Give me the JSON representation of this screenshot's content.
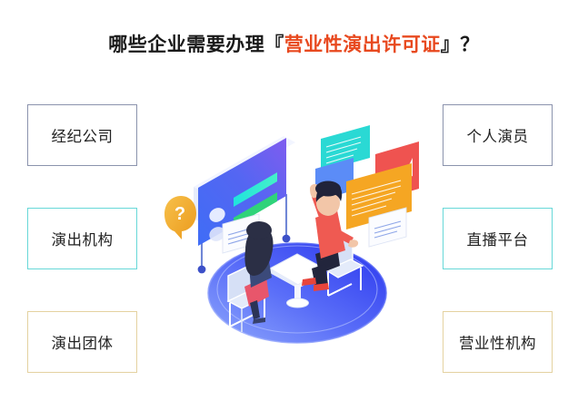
{
  "title": {
    "prefix": "哪些企业需要办理",
    "bracket_open": "『",
    "highlight": "营业性演出许可证",
    "bracket_close": "』",
    "suffix": "？",
    "full_text": "哪些企业需要办理『营业性演出许可证』？",
    "text_color": "#1a1a1a",
    "highlight_color": "#e8491f"
  },
  "left_boxes": [
    {
      "label": "经纪公司",
      "border_color": "#8b93ad"
    },
    {
      "label": "演出机构",
      "border_color": "#67d8d8"
    },
    {
      "label": "演出团体",
      "border_color": "#e4d2a0"
    }
  ],
  "right_boxes": [
    {
      "label": "个人演员",
      "border_color": "#8b93ad"
    },
    {
      "label": "直播平台",
      "border_color": "#67d8d8"
    },
    {
      "label": "营业性机构",
      "border_color": "#e4d2a0"
    }
  ],
  "illustration": {
    "name": "isometric-meeting-illustration",
    "background": "#ffffff",
    "floor_ellipse": {
      "color_light": "#7e9dfb",
      "color_dark": "#2f3df0"
    },
    "main_screen": {
      "gradient_from": "#4d6bf5",
      "gradient_to": "#7d5df0",
      "bar_cyan": "#25e6e0",
      "bar_green": "#2fd37a"
    },
    "panels": [
      {
        "name": "panel-cyan",
        "color": "#2ad9d4"
      },
      {
        "name": "panel-blue",
        "color": "#5b8cf7"
      },
      {
        "name": "panel-red",
        "color": "#ef5350"
      },
      {
        "name": "panel-orange",
        "color": "#f5a623"
      }
    ],
    "question_badge": {
      "color": "#f0ab2e",
      "glyph": "?"
    },
    "person_left": {
      "name": "woman-seated",
      "hair": "#2b2f45",
      "top": "#3b4a7a",
      "skirt": "#e8566b"
    },
    "person_right": {
      "name": "man-seated",
      "hair": "#20233a",
      "shirt": "#ef5a52",
      "pants": "#22253c",
      "shoes": "#e8453c"
    },
    "table_color": "#ffffff",
    "chair_color": "#ccd8f2"
  }
}
